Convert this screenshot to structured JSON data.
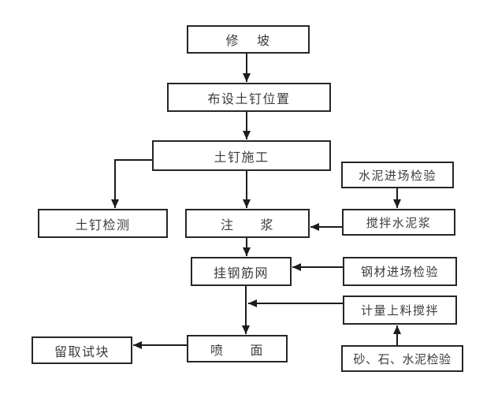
{
  "nodes": {
    "xiupo": {
      "label": "修    坡"
    },
    "bushe": {
      "label": "布设土钉位置"
    },
    "shigong": {
      "label": "土钉施工"
    },
    "shuini": {
      "label": "水泥进场检验"
    },
    "jiance": {
      "label": "土钉检测"
    },
    "zhujiang": {
      "label": "注      浆"
    },
    "jiaoban": {
      "label": "搅拌水泥浆"
    },
    "guawang": {
      "label": "挂钢筋网"
    },
    "gangcai": {
      "label": "钢材进场检验"
    },
    "jiliang": {
      "label": "计量上料搅拌"
    },
    "penmian": {
      "label": "喷      面"
    },
    "liuqu": {
      "label": "留取试块"
    },
    "shashi": {
      "label": "砂、石、水泥检验"
    }
  },
  "edges": [
    {
      "from": "修坡",
      "to": "布设土钉位置"
    },
    {
      "from": "布设土钉位置",
      "to": "土钉施工"
    },
    {
      "from": "土钉施工",
      "to": "土钉检测"
    },
    {
      "from": "土钉施工",
      "to": "注浆"
    },
    {
      "from": "水泥进场检验",
      "to": "搅拌水泥浆"
    },
    {
      "from": "搅拌水泥浆",
      "to": "注浆"
    },
    {
      "from": "注浆",
      "to": "挂钢筋网"
    },
    {
      "from": "钢材进场检验",
      "to": "挂钢筋网"
    },
    {
      "from": "挂钢筋网",
      "to": "喷面"
    },
    {
      "from": "计量上料搅拌",
      "to": "喷面"
    },
    {
      "from": "喷面",
      "to": "留取试块"
    },
    {
      "from": "砂、石、水泥检验",
      "to": "计量上料搅拌"
    }
  ],
  "colors": {
    "line": "#1c1c1c",
    "box_border": "#262626",
    "text": "#3c3c3c",
    "background": "#ffffff"
  }
}
